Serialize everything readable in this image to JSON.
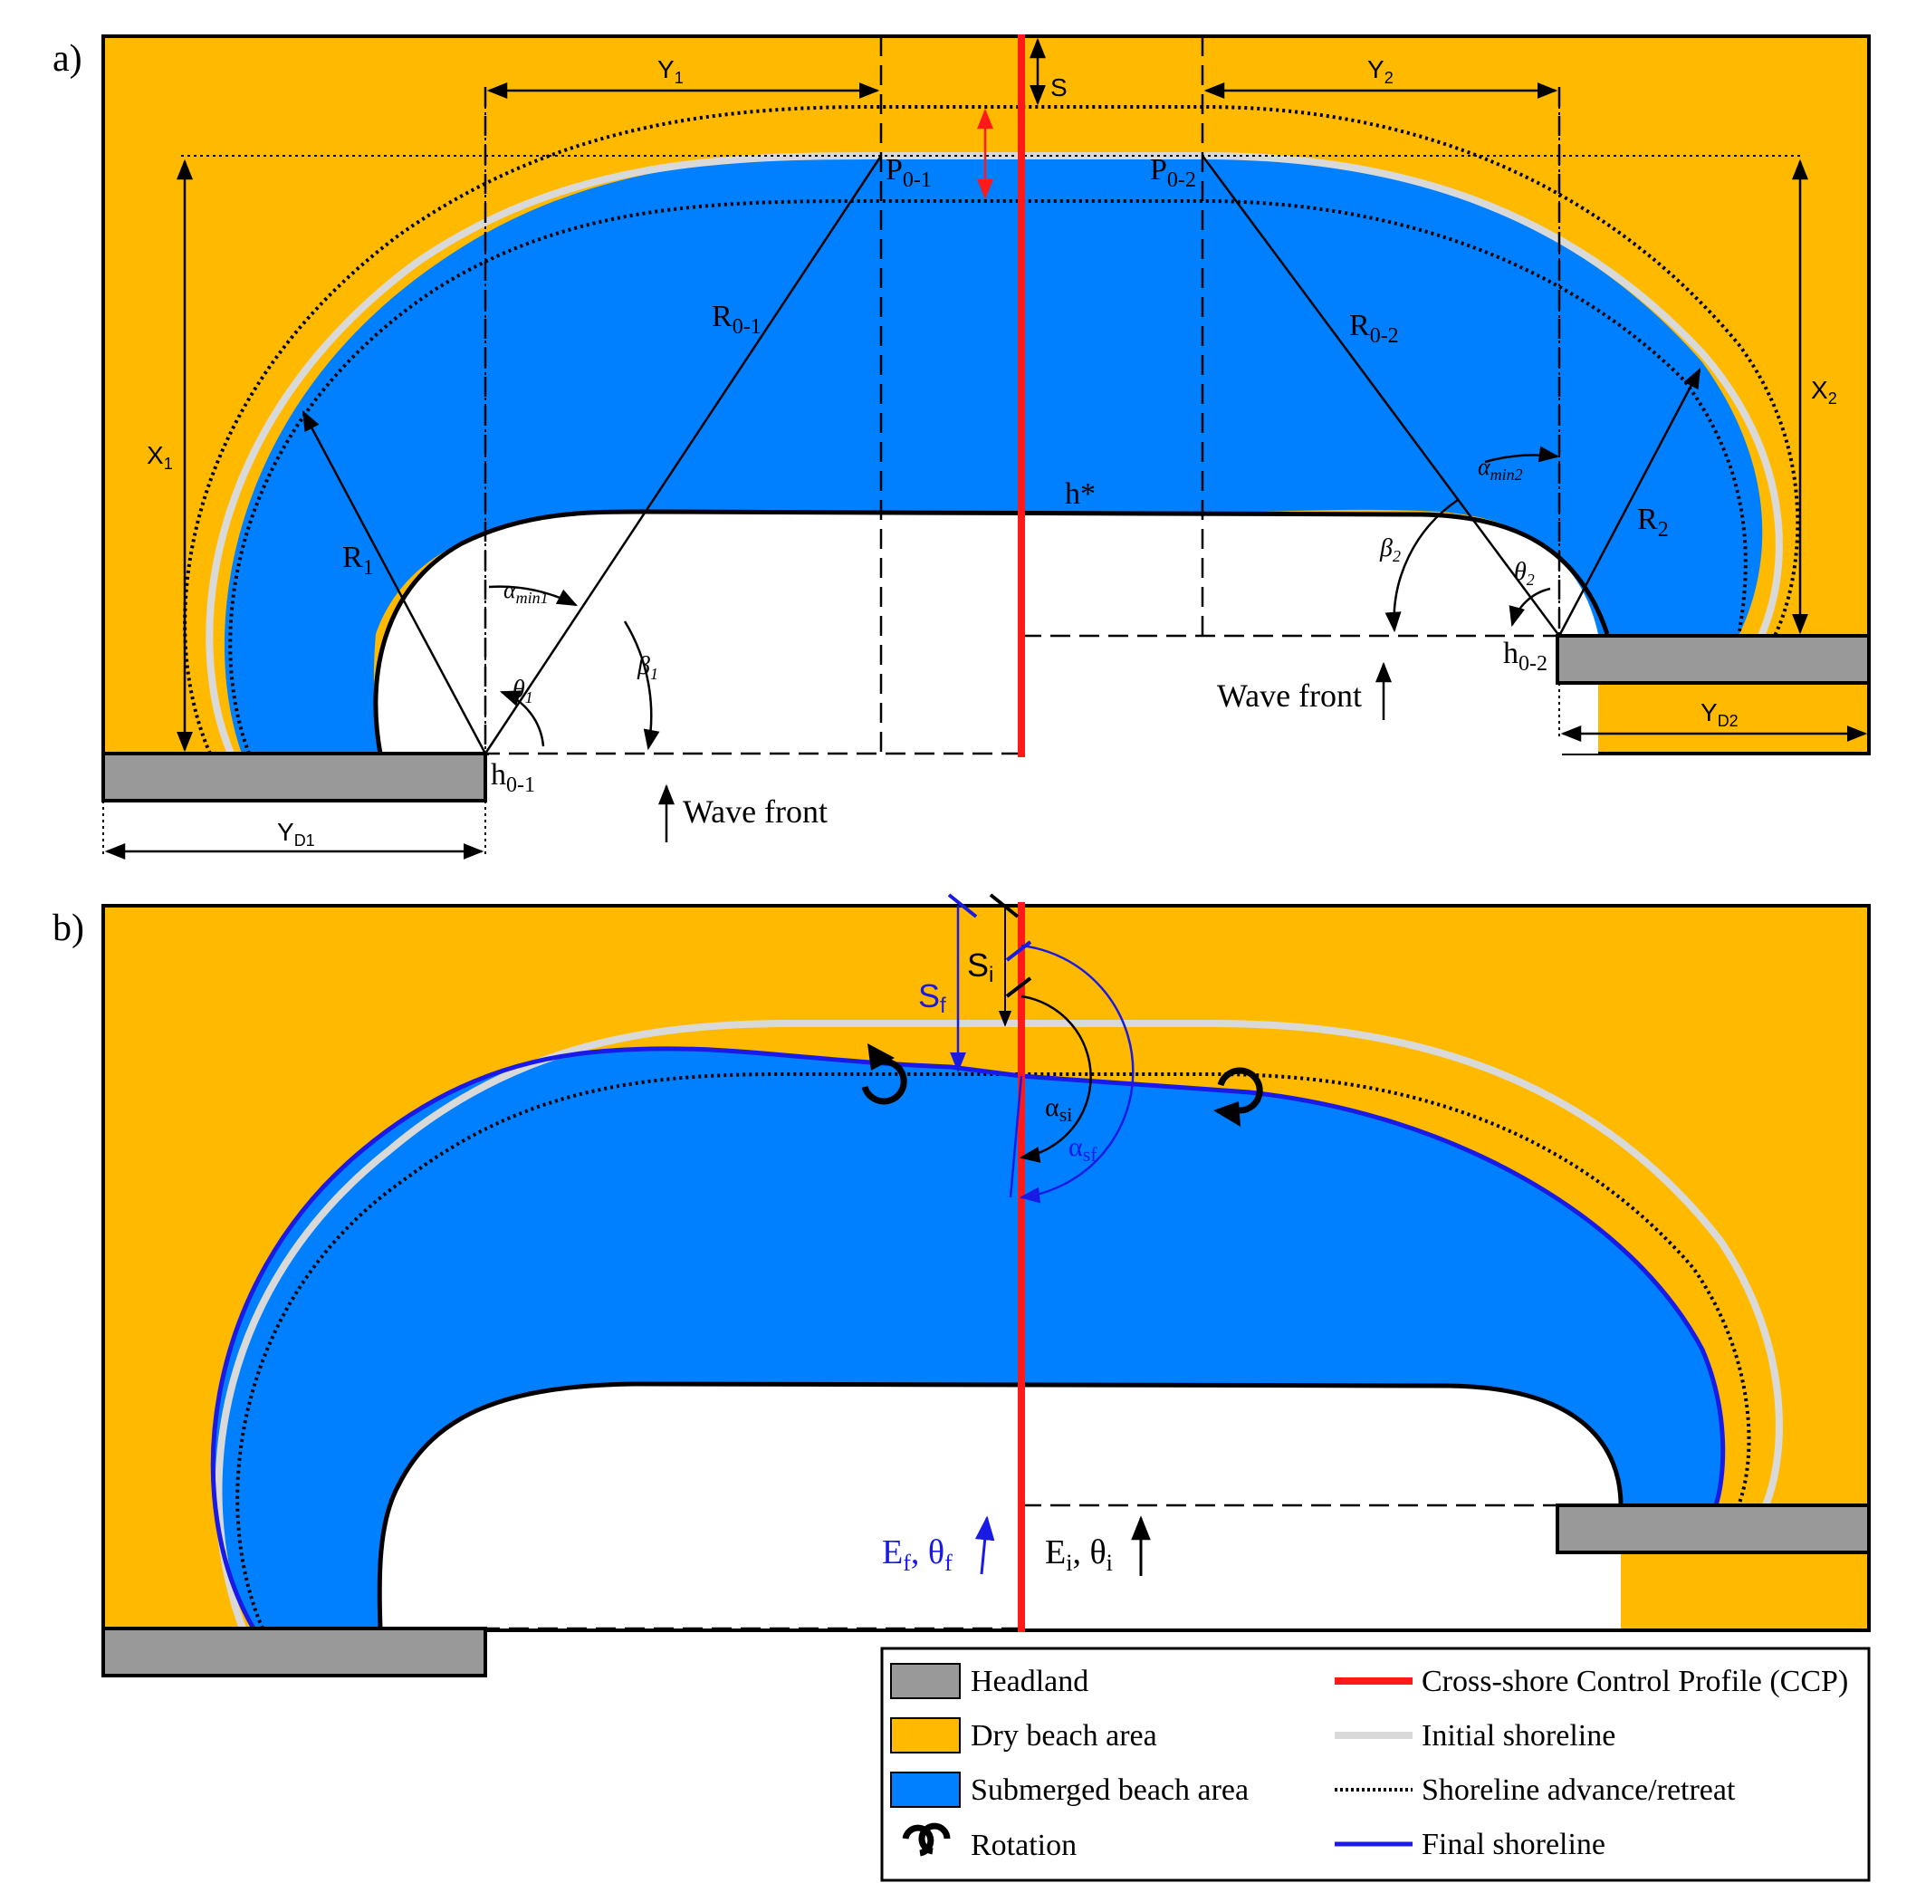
{
  "panels": {
    "a": {
      "panel_label": "a)",
      "labels": {
        "Y1": "Y",
        "Y1_sub": "1",
        "Y2": "Y",
        "Y2_sub": "2",
        "S": "S",
        "P01": "P",
        "P01_sub": "0-1",
        "P02": "P",
        "P02_sub": "0-2",
        "R01": "R",
        "R01_sub": "0-1",
        "R02": "R",
        "R02_sub": "0-2",
        "X1": "X",
        "X1_sub": "1",
        "X2": "X",
        "X2_sub": "2",
        "R1": "R",
        "R1_sub": "1",
        "R2": "R",
        "R2_sub": "2",
        "hstar": "h*",
        "amin1": "α",
        "amin1_sub": "min1",
        "amin2": "α",
        "amin2_sub": "min2",
        "beta1": "β",
        "beta1_sub": "1",
        "beta2": "β",
        "beta2_sub": "2",
        "theta1": "θ",
        "theta1_sub": "1",
        "theta2": "θ",
        "theta2_sub": "2",
        "h01": "h",
        "h01_sub": "0-1",
        "h02": "h",
        "h02_sub": "0-2",
        "YD1": "Y",
        "YD1_sub": "D1",
        "YD2": "Y",
        "YD2_sub": "D2",
        "wave_front_1": "Wave front",
        "wave_front_2": "Wave front"
      }
    },
    "b": {
      "panel_label": "b)",
      "labels": {
        "Sf": "S",
        "Sf_sub": "f",
        "Si": "S",
        "Si_sub": "i",
        "asi": "α",
        "asi_sub": "si",
        "asf": "α",
        "asf_sub": "sf",
        "Ef": "E",
        "Ef_sub": "f",
        "thf": "θ",
        "thf_sub": "f",
        "Ei": "E",
        "Ei_sub": "i",
        "thi": "θ",
        "thi_sub": "i",
        "sep": ", "
      }
    }
  },
  "legend": {
    "headland": "Headland",
    "dry": "Dry beach area",
    "submerged": "Submerged beach area",
    "rotation": "Rotation",
    "ccp": "Cross-shore Control Profile (CCP)",
    "initial": "Initial shoreline",
    "advance": "Shoreline advance/retreat",
    "final": "Final shoreline"
  },
  "colors": {
    "dry_beach": "#FFBA00",
    "submerged": "#0080FF",
    "headland": "#999999",
    "ccp": "#FF1A1A",
    "initial_shoreline": "#D9D9D9",
    "final_shoreline": "#1A1AE6",
    "blue_annotation": "#1A1AE6"
  }
}
